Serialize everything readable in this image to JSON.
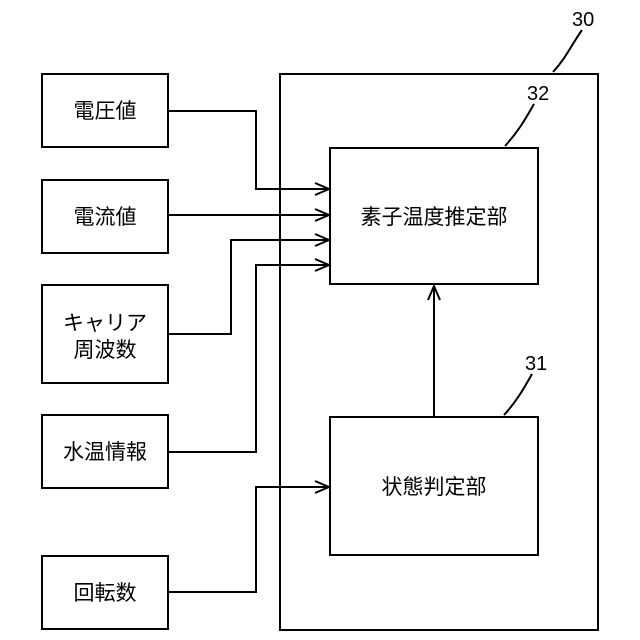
{
  "inputs": [
    {
      "id": "voltage",
      "lines": [
        "電圧値"
      ]
    },
    {
      "id": "current",
      "lines": [
        "電流値"
      ]
    },
    {
      "id": "carrier",
      "lines": [
        "キャリア",
        "周波数"
      ]
    },
    {
      "id": "water",
      "lines": [
        "水温情報"
      ]
    },
    {
      "id": "rotation",
      "lines": [
        "回転数"
      ]
    }
  ],
  "device": {
    "ref": "30"
  },
  "estimator": {
    "label": "素子温度推定部",
    "ref": "32"
  },
  "judge": {
    "label": "状態判定部",
    "ref": "31"
  }
}
